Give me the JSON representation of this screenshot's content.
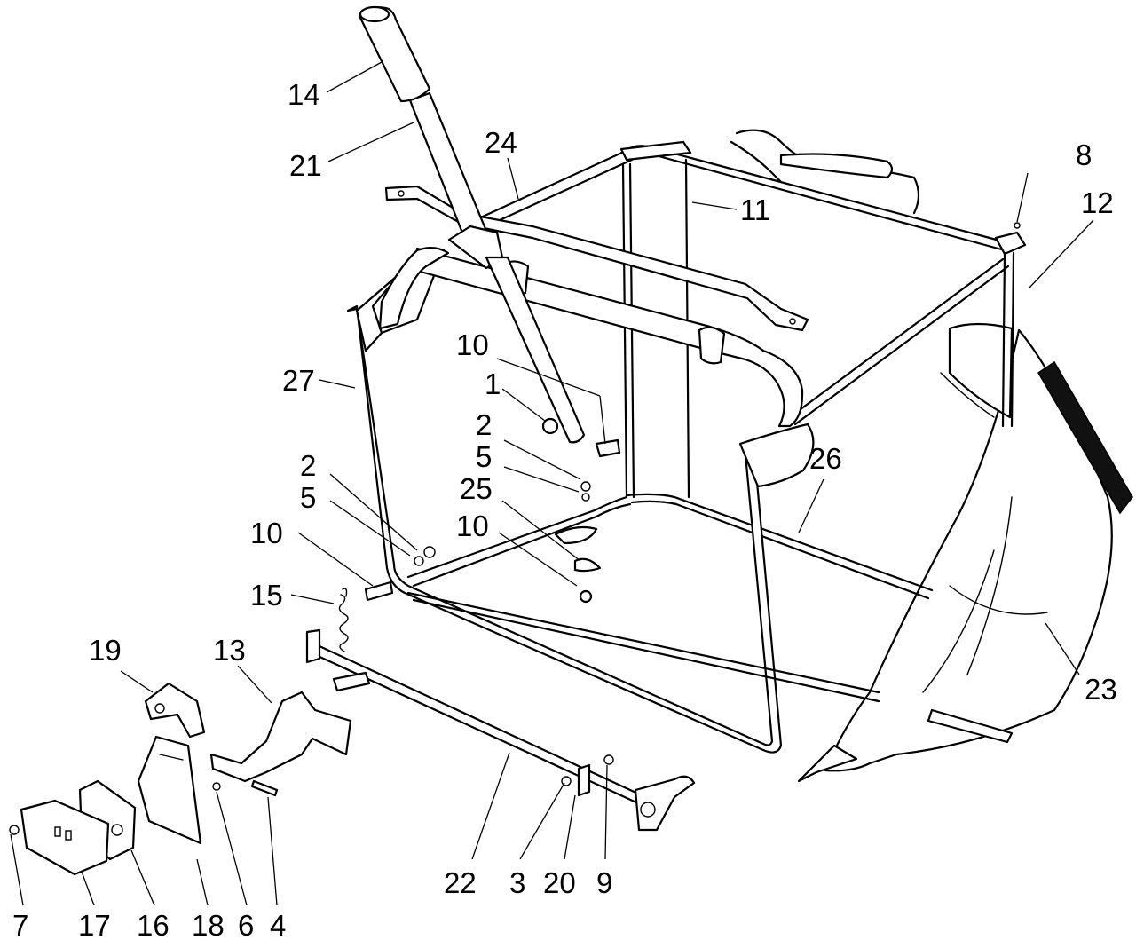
{
  "diagram": {
    "callouts": [
      {
        "id": "c14",
        "text": "14"
      },
      {
        "id": "c21",
        "text": "21"
      },
      {
        "id": "c24",
        "text": "24"
      },
      {
        "id": "c11",
        "text": "11"
      },
      {
        "id": "c8",
        "text": "8"
      },
      {
        "id": "c12",
        "text": "12"
      },
      {
        "id": "c10a",
        "text": "10"
      },
      {
        "id": "c1",
        "text": "1"
      },
      {
        "id": "c27",
        "text": "27"
      },
      {
        "id": "c2a",
        "text": "2"
      },
      {
        "id": "c5a",
        "text": "5"
      },
      {
        "id": "c25",
        "text": "25"
      },
      {
        "id": "c26",
        "text": "26"
      },
      {
        "id": "c2b",
        "text": "2"
      },
      {
        "id": "c5b",
        "text": "5"
      },
      {
        "id": "c10b",
        "text": "10"
      },
      {
        "id": "c10c",
        "text": "10"
      },
      {
        "id": "c15",
        "text": "15"
      },
      {
        "id": "c19",
        "text": "19"
      },
      {
        "id": "c13",
        "text": "13"
      },
      {
        "id": "c23",
        "text": "23"
      },
      {
        "id": "c22",
        "text": "22"
      },
      {
        "id": "c3",
        "text": "3"
      },
      {
        "id": "c20",
        "text": "20"
      },
      {
        "id": "c9",
        "text": "9"
      },
      {
        "id": "c7",
        "text": "7"
      },
      {
        "id": "c17",
        "text": "17"
      },
      {
        "id": "c16",
        "text": "16"
      },
      {
        "id": "c18",
        "text": "18"
      },
      {
        "id": "c6",
        "text": "6"
      },
      {
        "id": "c4",
        "text": "4"
      }
    ]
  }
}
